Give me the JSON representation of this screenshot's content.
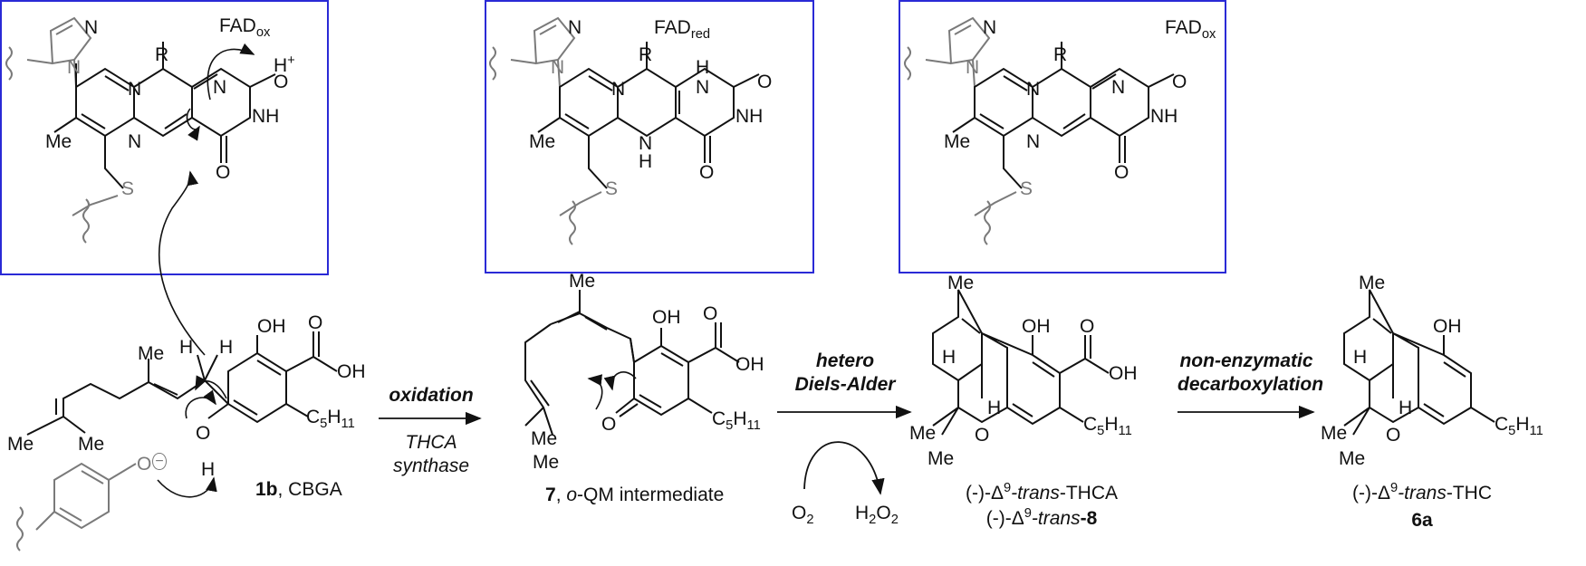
{
  "boxes": [
    {
      "title": "FAD",
      "title_sub": "ox",
      "h_plus": "H+"
    },
    {
      "title": "FAD",
      "title_sub": "red"
    },
    {
      "title": "FAD",
      "title_sub": "ox"
    }
  ],
  "atoms": {
    "N": "N",
    "NH": "NH",
    "H": "H",
    "O": "O",
    "R": "R",
    "S": "S",
    "Me": "Me",
    "OH": "OH",
    "OMinus": "O",
    "C5H11": "C5H11"
  },
  "compounds": {
    "cbga": {
      "number": "1b",
      "name": ", CBGA"
    },
    "oqm": {
      "number": "7",
      "name": ", o-QM intermediate",
      "name_italic": "o",
      "name_rest": "-QM intermediate"
    },
    "thca": {
      "line1_prefix": "(-)-Δ",
      "line1_sup": "9",
      "line1_italic": "-trans",
      "line1_suffix": "-THCA",
      "line2_prefix": "(-)-Δ",
      "line2_sup": "9",
      "line2_italic": "-trans",
      "line2_suffix": "-8"
    },
    "thc": {
      "prefix": "(-)-Δ",
      "sup": "9",
      "italic": "-trans",
      "suffix": "-THC",
      "number": "6a"
    }
  },
  "arrows": [
    {
      "top": "oxidation",
      "bottom_line1": "THCA",
      "bottom_line2": "synthase"
    },
    {
      "top_line1": "hetero",
      "top_line2": "Diels-Alder",
      "left_species": "O2",
      "right_species": "H2O2"
    },
    {
      "top_line1": "non-enzymatic",
      "top_line2": "decarboxylation"
    }
  ],
  "colors": {
    "box_border": "#2a2ad6",
    "bond": "#111111",
    "gray_bond": "#7a7a7a"
  }
}
